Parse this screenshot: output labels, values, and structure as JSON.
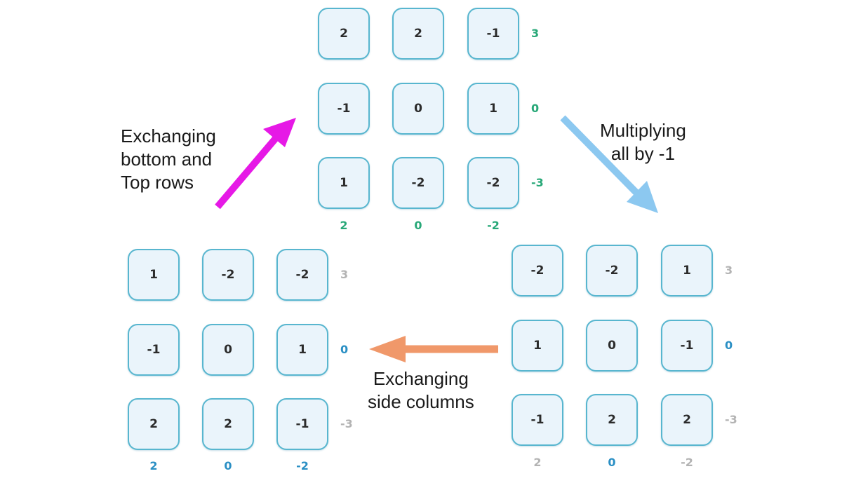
{
  "colors": {
    "cell_border": "#58b6cf",
    "cell_fill": "#eaf4fb",
    "sum_green": "#28a878",
    "sum_blue": "#2a8fc4",
    "sum_gray": "#b3b3b3",
    "arrow_magenta": "#e619e6",
    "arrow_lightblue": "#8cc8f0",
    "arrow_orange": "#f0986a"
  },
  "grids": [
    {
      "name": "top",
      "cells": [
        [
          "2",
          "2",
          "-1"
        ],
        [
          "-1",
          "0",
          "1"
        ],
        [
          "1",
          "-2",
          "-2"
        ]
      ],
      "row_sums": [
        {
          "value": "3",
          "color": "green"
        },
        {
          "value": "0",
          "color": "green"
        },
        {
          "value": "-3",
          "color": "green"
        }
      ],
      "col_sums": [
        {
          "value": "2",
          "color": "green"
        },
        {
          "value": "0",
          "color": "green"
        },
        {
          "value": "-2",
          "color": "green"
        }
      ]
    },
    {
      "name": "right",
      "cells": [
        [
          "-2",
          "-2",
          "1"
        ],
        [
          "1",
          "0",
          "-1"
        ],
        [
          "-1",
          "2",
          "2"
        ]
      ],
      "row_sums": [
        {
          "value": "3",
          "color": "gray"
        },
        {
          "value": "0",
          "color": "blue"
        },
        {
          "value": "-3",
          "color": "gray"
        }
      ],
      "col_sums": [
        {
          "value": "2",
          "color": "gray"
        },
        {
          "value": "0",
          "color": "blue"
        },
        {
          "value": "-2",
          "color": "gray"
        }
      ]
    },
    {
      "name": "left",
      "cells": [
        [
          "1",
          "-2",
          "-2"
        ],
        [
          "-1",
          "0",
          "1"
        ],
        [
          "2",
          "2",
          "-1"
        ]
      ],
      "row_sums": [
        {
          "value": "3",
          "color": "gray"
        },
        {
          "value": "0",
          "color": "blue"
        },
        {
          "value": "-3",
          "color": "gray"
        }
      ],
      "col_sums": [
        {
          "value": "2",
          "color": "blue"
        },
        {
          "value": "0",
          "color": "blue"
        },
        {
          "value": "-2",
          "color": "blue"
        }
      ]
    }
  ],
  "captions": {
    "exchange_rows": [
      "Exchanging",
      "bottom and",
      "Top rows"
    ],
    "multiply": [
      "Multiplying",
      "all by -1"
    ],
    "exchange_columns": [
      "Exchanging",
      "side columns"
    ]
  }
}
